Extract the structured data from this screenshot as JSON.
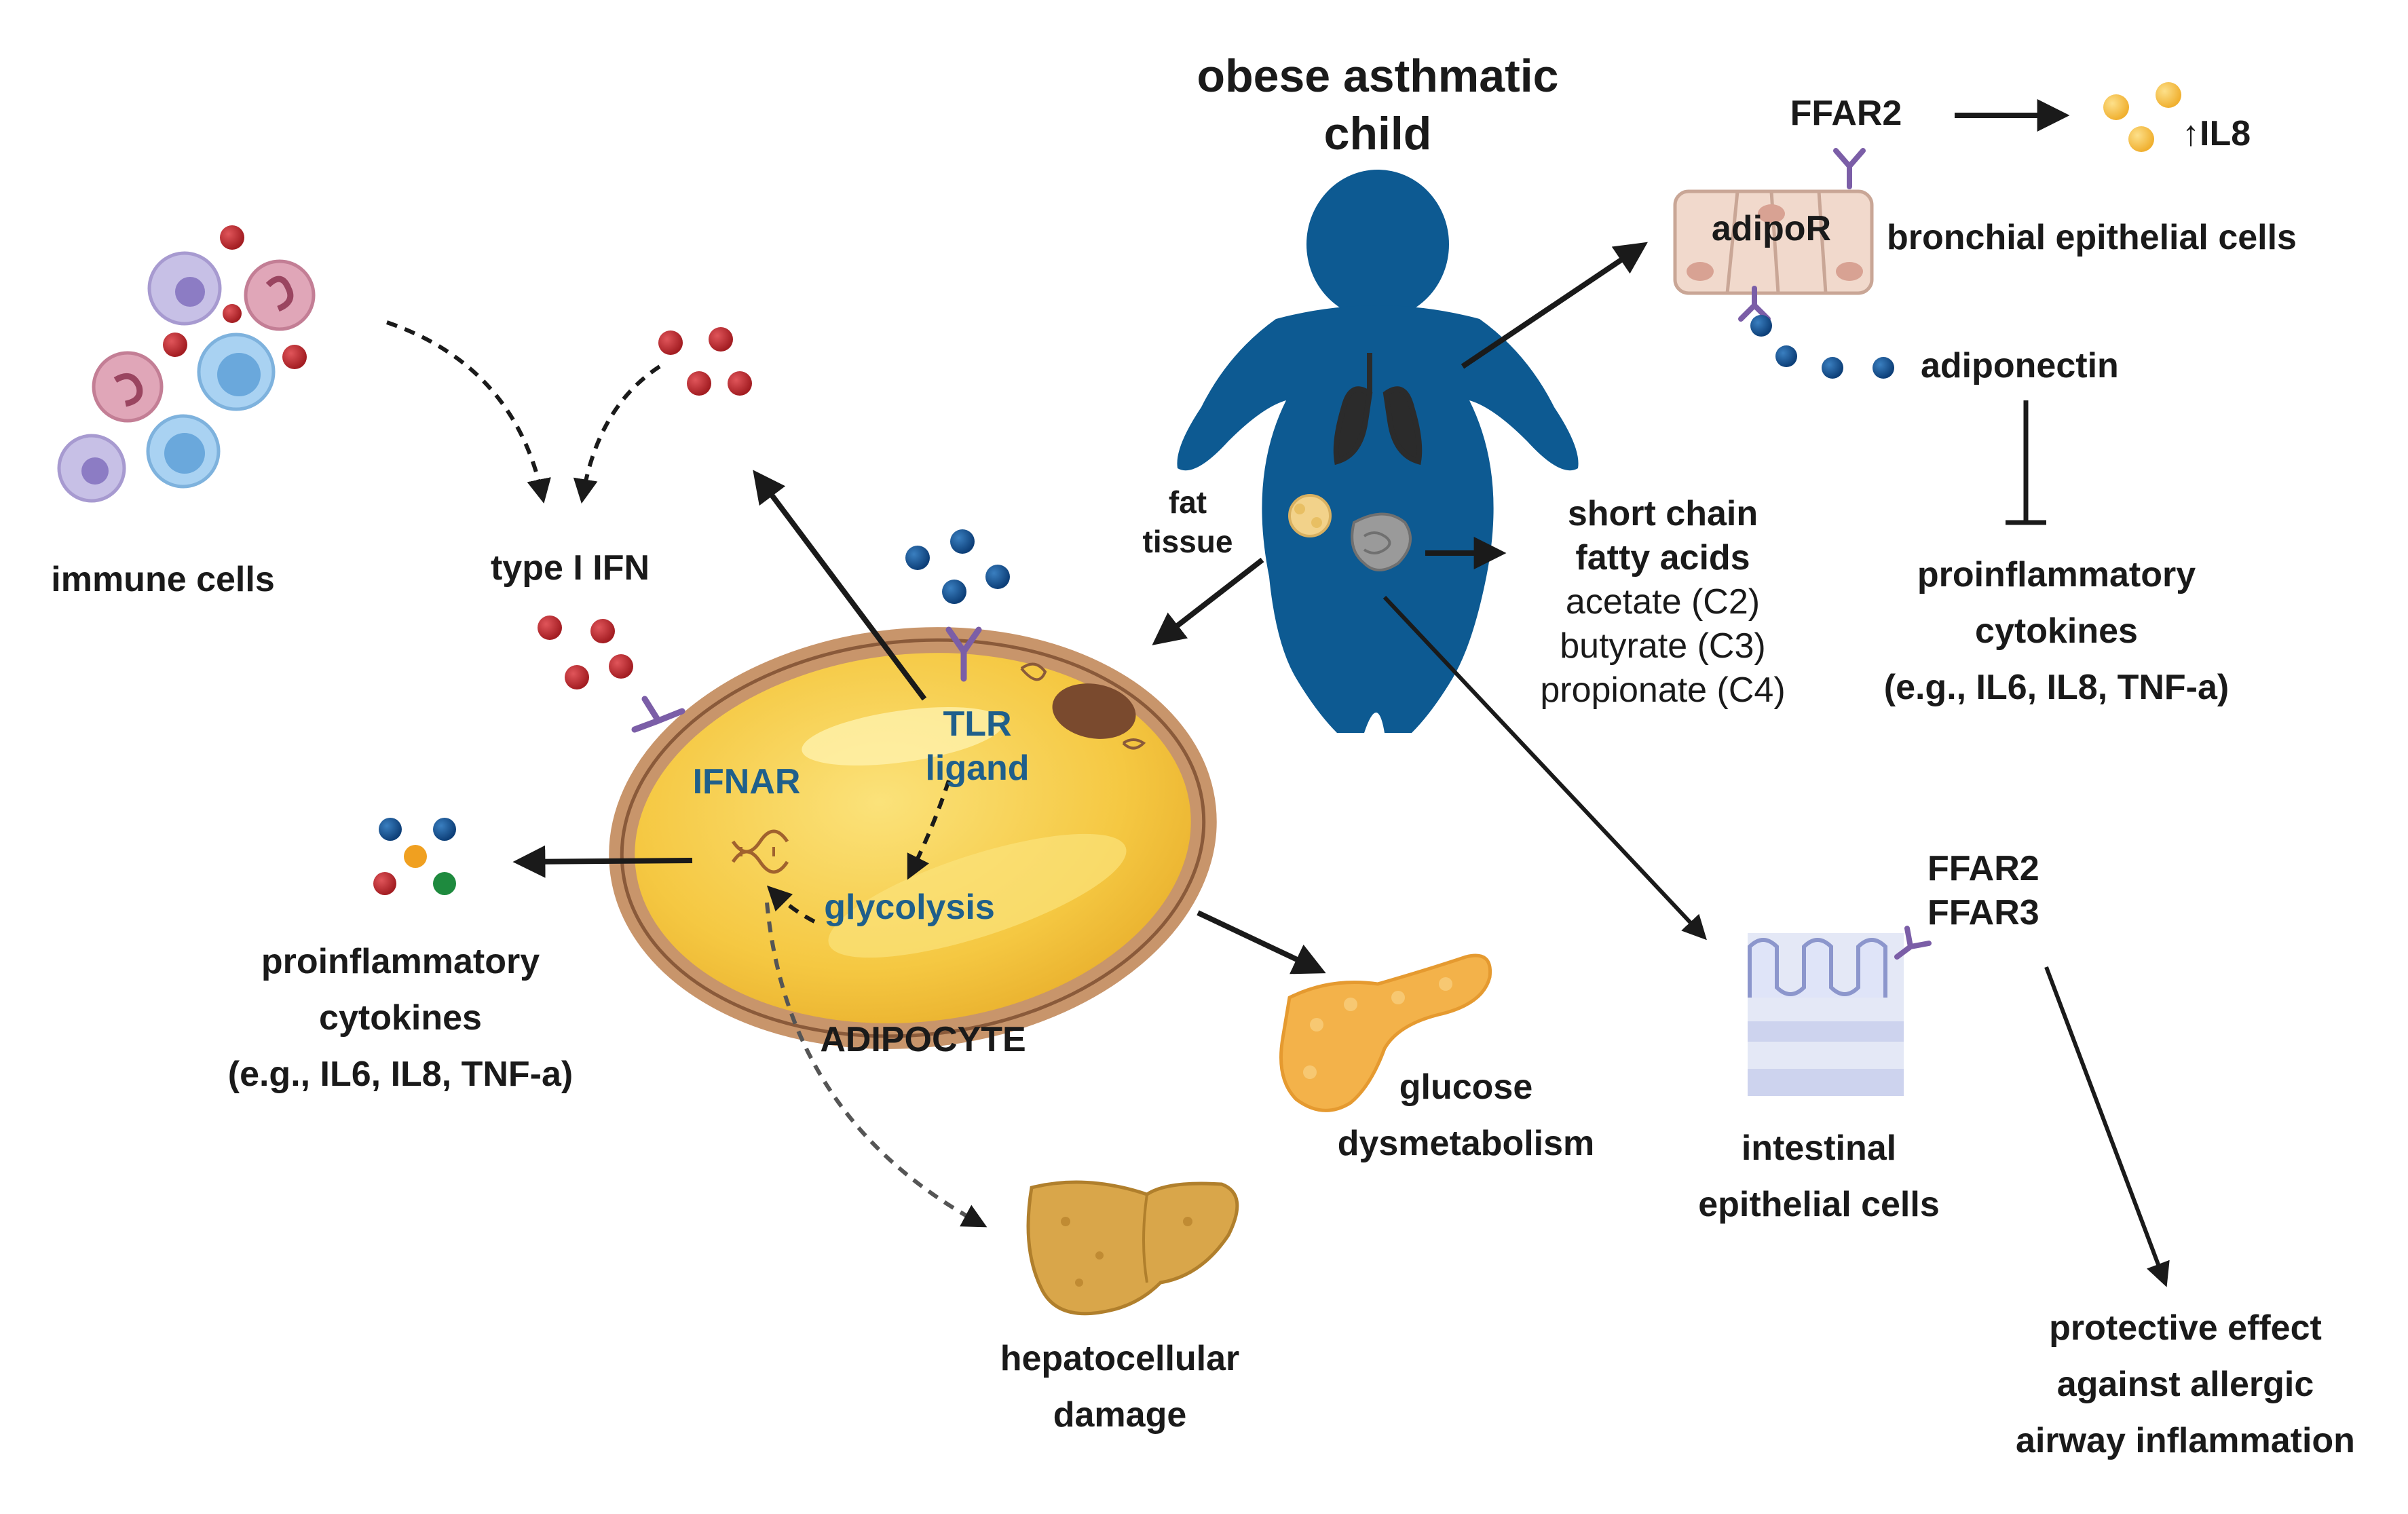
{
  "child": {
    "title_line1": "obese asthmatic",
    "title_line2": "child"
  },
  "airway": {
    "ffar2": "FFAR2",
    "il8": "↑IL8",
    "adipor": "adipoR",
    "bronchial": "bronchial epithelial cells",
    "adiponectin": "adiponectin",
    "cytokines_line1": "proinflammatory",
    "cytokines_line2": "cytokines",
    "cytokines_line3": "(e.g., IL6, IL8, TNF-a)"
  },
  "gut": {
    "fat_line1": "fat",
    "fat_line2": "tissue",
    "scfa_line1": "short chain",
    "scfa_line2": "fatty acids",
    "scfa_line3": "acetate (C2)",
    "scfa_line4": "butyrate (C3)",
    "scfa_line5": "propionate (C4)",
    "ffar2": "FFAR2",
    "ffar3": "FFAR3",
    "intestinal_line1": "intestinal",
    "intestinal_line2": "epithelial cells",
    "protective_line1": "protective effect",
    "protective_line2": "against allergic",
    "protective_line3": "airway inflammation"
  },
  "adipocyte": {
    "immune": "immune cells",
    "type1ifn": "type I IFN",
    "ifnar": "IFNAR",
    "tlr_line1": "TLR",
    "tlr_line2": "ligand",
    "glycolysis": "glycolysis",
    "label": "ADIPOCYTE",
    "cytokines_line1": "proinflammatory",
    "cytokines_line2": "cytokines",
    "cytokines_line3": "(e.g., IL6, IL8, TNF-a)",
    "glucose_line1": "glucose",
    "glucose_line2": "dysmetabolism",
    "liver_line1": "hepatocellular",
    "liver_line2": "damage"
  },
  "colors": {
    "body_blue": "#0d5a92",
    "adipocyte_fill": "#f5c842",
    "adipocyte_border": "#c8956b",
    "red_dot": "#b3262b",
    "receptor_purple": "#7b5ea7",
    "label_blue": "#1f5f8b"
  }
}
